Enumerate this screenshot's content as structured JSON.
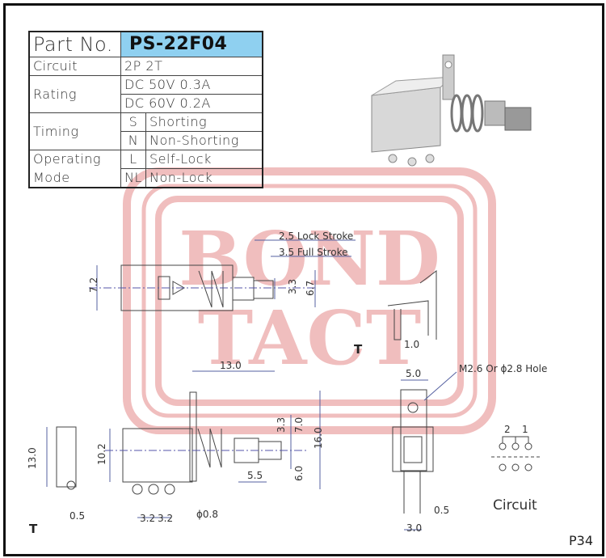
{
  "spec_table": {
    "part_no_label": "Part No.",
    "part_no": "PS-22F04",
    "circuit_label": "Circuit",
    "circuit": "2P 2T",
    "rating_label": "Rating",
    "ratings": [
      "DC 50V 0.3A",
      "DC 60V 0.2A"
    ],
    "timing_label": "Timing",
    "timing": [
      {
        "code": "S",
        "name": "Shorting"
      },
      {
        "code": "N",
        "name": "Non-Shorting"
      }
    ],
    "mode_label_1": "Operating",
    "mode_label_2": "Mode",
    "modes": [
      {
        "code": "L",
        "name": "Self-Lock"
      },
      {
        "code": "NL",
        "name": "Non-Lock"
      }
    ]
  },
  "watermark": {
    "line1": "BOND",
    "line2": "TACT",
    "color": "#e07070"
  },
  "top_view": {
    "lock_stroke": "2.5 Lock Stroke",
    "full_stroke": "3.5 Full Stroke",
    "height": "7.2",
    "stem": "3.3",
    "flange": "6.7"
  },
  "side_detail": {
    "t_label": "T",
    "pitch": "1.0"
  },
  "front_view": {
    "length": "13.0",
    "stem": "3.3",
    "upper": "7.0",
    "total": "16.0",
    "body": "10.2",
    "lower": "6.0",
    "travel": "5.5",
    "pitch1": "3.2",
    "pitch2": "3.2",
    "pin": "ϕ0.8"
  },
  "end_view": {
    "height": "13.0",
    "thickness": "0.5",
    "t_label": "T"
  },
  "bracket_view": {
    "hole": "M2.6 Or ϕ2.8 Hole",
    "width": "5.0",
    "pin": "0.5",
    "pitch": "3.0"
  },
  "circuit_diagram": {
    "pin2": "2",
    "pin1": "1",
    "label": "Circuit"
  },
  "page": "P34"
}
